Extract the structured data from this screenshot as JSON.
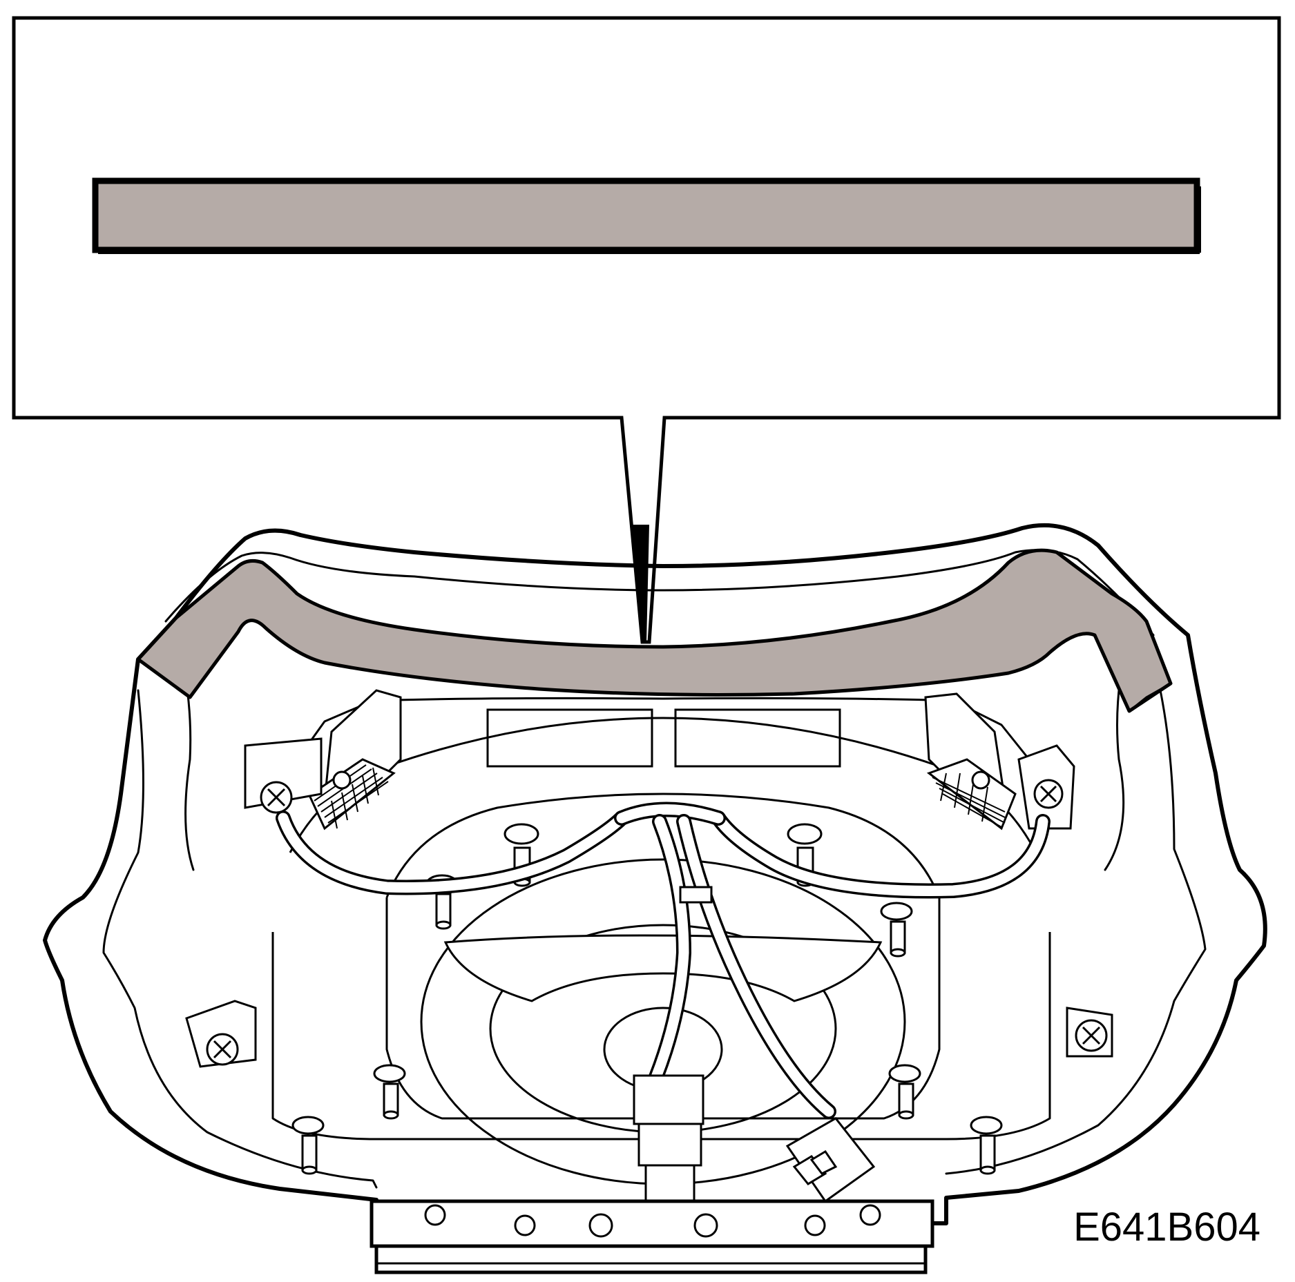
{
  "figure": {
    "reference_code": "E641B604",
    "colors": {
      "line": "#000000",
      "highlight_fill": "#b5aba7",
      "background": "#ffffff"
    },
    "callout": {
      "icon": "highlighted-strip-detail"
    },
    "component": {
      "icon": "steering-wheel-airbag-module-rear-view",
      "parts": [
        "seal-strip",
        "mounting-screws",
        "mounting-studs",
        "wiring-harness",
        "connectors",
        "inflator",
        "mounting-bracket"
      ]
    }
  }
}
